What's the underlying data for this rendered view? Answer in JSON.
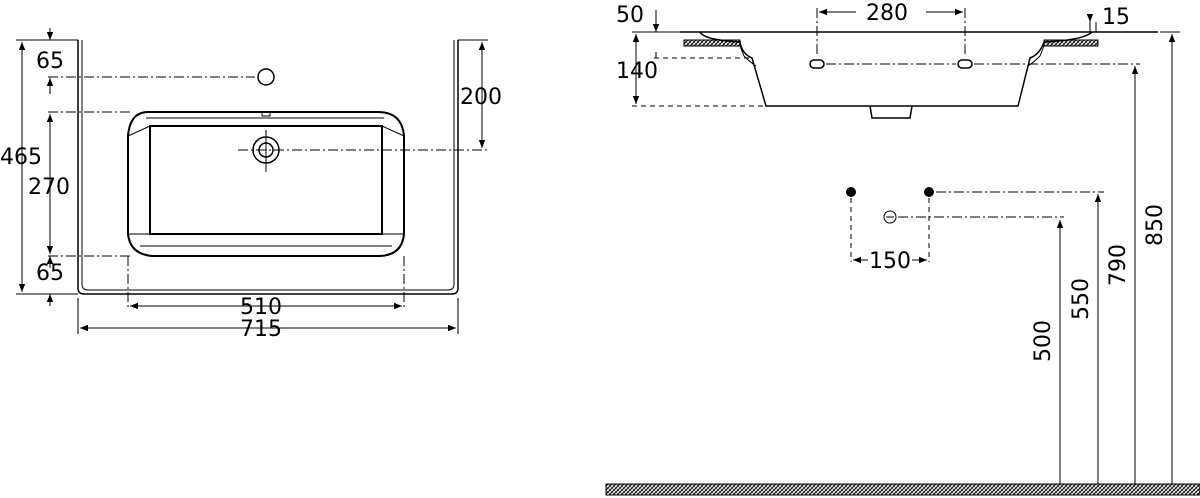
{
  "top_view": {
    "dims": {
      "tap_offset": "65",
      "overall_depth": "465",
      "bowl_depth": "270",
      "front_offset": "65",
      "waste_offset": "200",
      "bowl_width": "510",
      "overall_width": "715"
    }
  },
  "side_view": {
    "dims": {
      "rim_thickness": "50",
      "body_height": "140",
      "tap_spacing": "280",
      "edge_step": "15"
    }
  },
  "installation": {
    "dims": {
      "supply_spacing": "150",
      "waste_height": "500",
      "supply_height": "550",
      "tap_height": "790",
      "rim_height": "850"
    }
  }
}
